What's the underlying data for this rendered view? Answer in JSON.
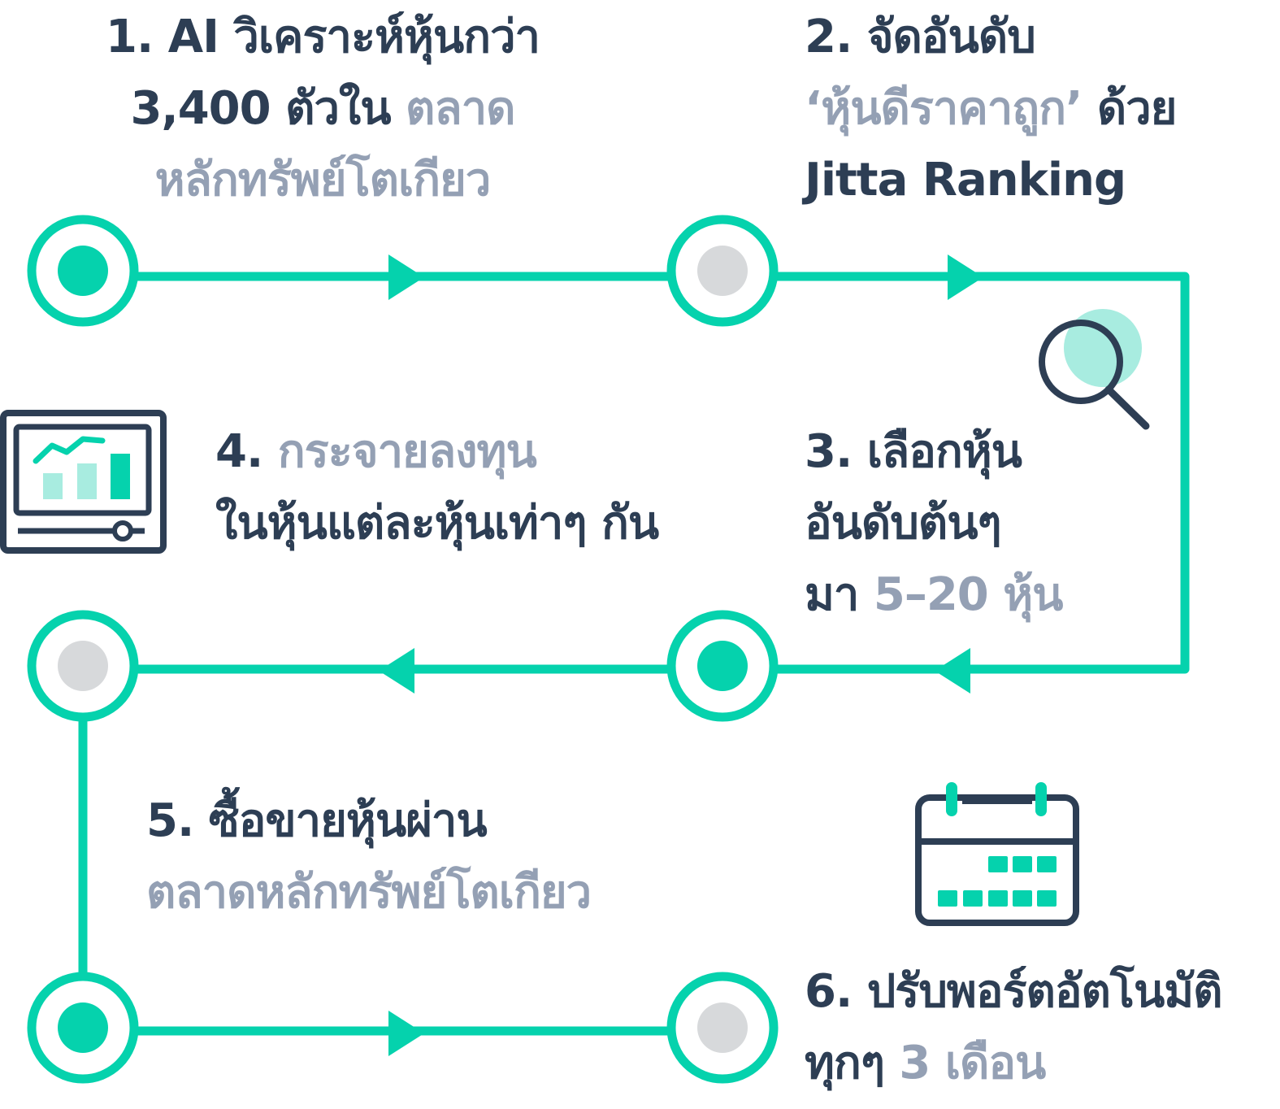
{
  "colors": {
    "line": "#05d2ad",
    "node_fill_active": "#05d2ad",
    "node_fill_inactive": "#d7d9db",
    "text_dark": "#2d3e54",
    "text_highlight": "#94a0b4",
    "icon_dark": "#2d3e54",
    "icon_accent_light": "#a8ece0"
  },
  "icons": [
    "monitor-chart-icon",
    "magnifier-icon",
    "calendar-icon"
  ],
  "steps": [
    {
      "id": "step-1",
      "lines": [
        [
          {
            "t": "1. AI วิเคราะห์หุ้นกว่า",
            "hl": false
          }
        ],
        [
          {
            "t": "3,400 ตัวใน ",
            "hl": false
          },
          {
            "t": "ตลาด",
            "hl": true
          }
        ],
        [
          {
            "t": "หลักทรัพย์โตเกียว",
            "hl": true
          }
        ]
      ]
    },
    {
      "id": "step-2",
      "lines": [
        [
          {
            "t": "2. จัดอันดับ",
            "hl": false
          }
        ],
        [
          {
            "t": "‘หุ้นดีราคาถูก’",
            "hl": true
          },
          {
            "t": " ด้วย",
            "hl": false
          }
        ],
        [
          {
            "t": "Jitta Ranking",
            "hl": false
          }
        ]
      ]
    },
    {
      "id": "step-3",
      "lines": [
        [
          {
            "t": "3. เลือกหุ้น",
            "hl": false
          }
        ],
        [
          {
            "t": "อันดับต้นๆ",
            "hl": false
          }
        ],
        [
          {
            "t": "มา ",
            "hl": false
          },
          {
            "t": "5–20 หุ้น",
            "hl": true
          }
        ]
      ]
    },
    {
      "id": "step-4",
      "lines": [
        [
          {
            "t": "4. ",
            "hl": false
          },
          {
            "t": "กระจายลงทุน",
            "hl": true
          }
        ],
        [
          {
            "t": "ในหุ้นแต่ละหุ้นเท่าๆ กัน",
            "hl": false
          }
        ]
      ]
    },
    {
      "id": "step-5",
      "lines": [
        [
          {
            "t": "5. ซื้อขายหุ้นผ่าน",
            "hl": false
          }
        ],
        [
          {
            "t": "ตลาดหลักทรัพย์โตเกียว",
            "hl": true
          }
        ]
      ]
    },
    {
      "id": "step-6",
      "lines": [
        [
          {
            "t": "6. ปรับพอร์ตอัตโนมัติ",
            "hl": false
          }
        ],
        [
          {
            "t": "ทุกๆ ",
            "hl": false
          },
          {
            "t": "3 เดือน",
            "hl": true
          }
        ]
      ]
    }
  ],
  "nodes": [
    {
      "id": "node-1",
      "state": "active"
    },
    {
      "id": "node-2",
      "state": "inactive"
    },
    {
      "id": "node-3",
      "state": "active"
    },
    {
      "id": "node-4",
      "state": "inactive"
    },
    {
      "id": "node-5",
      "state": "active"
    },
    {
      "id": "node-6",
      "state": "inactive"
    }
  ]
}
